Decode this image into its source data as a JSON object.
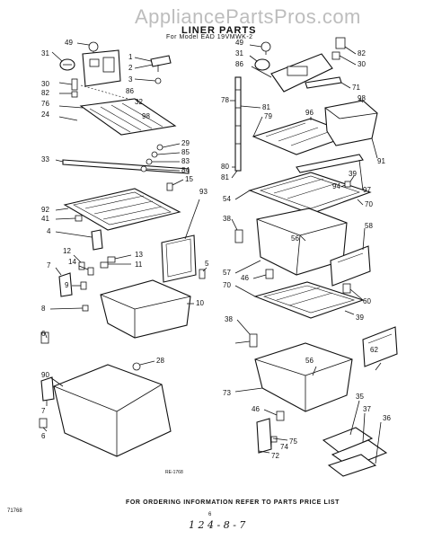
{
  "watermark": "AppliancePartsPros.com",
  "title": "LINER PARTS",
  "subtitle": "For Model EAD 19VMWK-2",
  "figure_code": "RE-1768",
  "footer": "FOR ORDERING INFORMATION REFER TO PARTS PRICE LIST",
  "doc_code": "71768",
  "page_number": "6",
  "handwritten_note": "1 2 4 - 8 - 7",
  "callouts": {
    "c49a": "49",
    "c31a": "31",
    "c1": "1",
    "c2": "2",
    "c3": "3",
    "c30a": "30",
    "c82a": "82",
    "c86a": "86",
    "c76": "76",
    "c32": "32",
    "c24": "24",
    "c98a": "98",
    "c33": "33",
    "c29": "29",
    "c85": "85",
    "c83": "83",
    "c84": "84",
    "c15": "15",
    "c92": "92",
    "c41": "41",
    "c93": "93",
    "c4": "4",
    "c12": "12",
    "c14": "14",
    "c13": "13",
    "c11": "11",
    "c7a": "7",
    "c9": "9",
    "c5": "5",
    "c8": "8",
    "c10": "10",
    "c6a": "6",
    "c28": "28",
    "c90": "90",
    "c7b": "7",
    "c6b": "6",
    "c49b": "49",
    "c31b": "31",
    "c86b": "86",
    "c82b": "82",
    "c30b": "30",
    "c71": "71",
    "c98b": "98",
    "c78": "78",
    "c81a": "81",
    "c79": "79",
    "c96": "96",
    "c80": "80",
    "c81b": "81",
    "c91": "91",
    "c39a": "39",
    "c94": "94",
    "c97": "97",
    "c54": "54",
    "c70a": "70",
    "c38a": "38",
    "c56a": "56",
    "c58": "58",
    "c57": "57",
    "c70b": "70",
    "c46a": "46",
    "c60": "60",
    "c39b": "39",
    "c38b": "38",
    "c62": "62",
    "c56b": "56",
    "c73": "73",
    "c46b": "46",
    "c75": "75",
    "c74": "74",
    "c72": "72",
    "c35": "35",
    "c37": "37",
    "c36": "36"
  }
}
